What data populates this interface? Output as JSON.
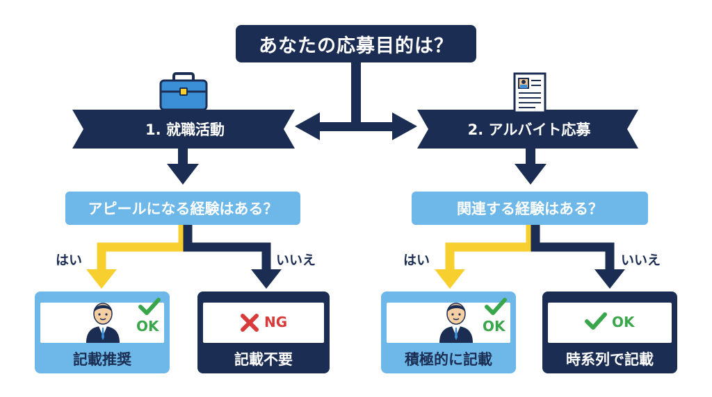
{
  "title": "あなたの応募目的は？",
  "left": {
    "label": "1. 就職活動",
    "icon": "briefcase-icon",
    "question": "アピールになる経験はある？",
    "yes": "はい",
    "no": "いいえ",
    "yes_card": {
      "badge": "OK",
      "badge_icon": "check-icon",
      "label": "記載推奨"
    },
    "no_card": {
      "badge": "NG",
      "badge_icon": "cross-icon",
      "label": "記載不要"
    }
  },
  "right": {
    "label": "2. アルバイト応募",
    "icon": "resume-document-icon",
    "question": "関連する経験はある？",
    "yes": "はい",
    "no": "いいえ",
    "yes_card": {
      "badge": "OK",
      "badge_icon": "check-icon",
      "label": "積極的に記載"
    },
    "no_card": {
      "badge": "OK",
      "badge_icon": "check-icon",
      "label": "時系列で記載"
    }
  },
  "colors": {
    "navy": "#1b2d52",
    "light_blue": "#6db8e8",
    "yes_arrow": "#f7cf2f",
    "ok_green": "#3aa64b",
    "ng_red": "#d93b3b"
  }
}
